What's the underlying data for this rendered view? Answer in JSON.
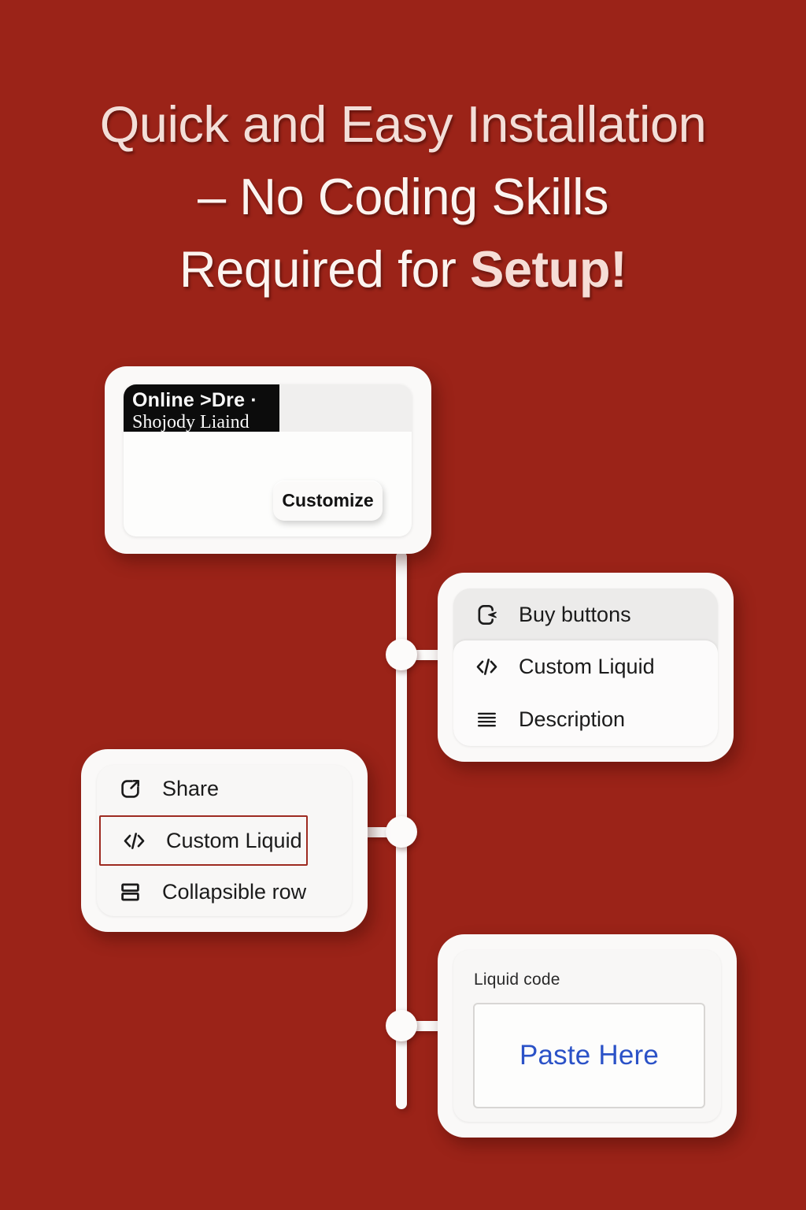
{
  "title": {
    "line1": "Quick and Easy Installation",
    "line2": "– No Coding Skills",
    "line3_regular": "Required for ",
    "line3_bold": "Setup!"
  },
  "theme_card": {
    "store_name": "Online >Dre ·",
    "store_subtitle": "Shojody Liaind",
    "customize_label": "Customize"
  },
  "menu_right": {
    "items": [
      {
        "label": "Buy buttons",
        "icon": "buy-button-icon"
      },
      {
        "label": "Custom Liquid",
        "icon": "code-icon"
      },
      {
        "label": "Description",
        "icon": "description-icon"
      }
    ]
  },
  "menu_left": {
    "items": [
      {
        "label": "Share",
        "icon": "share-icon"
      },
      {
        "label": "Custom Liquid",
        "icon": "code-icon",
        "highlighted": true
      },
      {
        "label": "Collapsible row",
        "icon": "collapsible-row-icon"
      }
    ]
  },
  "liquid_card": {
    "label": "Liquid code",
    "placeholder": "Paste Here"
  },
  "colors": {
    "background": "#9B2318",
    "card": "#FAF9F8",
    "highlight_border": "#9E2B21",
    "paste_text": "#2B52C7",
    "header_black": "#0C0C0C"
  }
}
